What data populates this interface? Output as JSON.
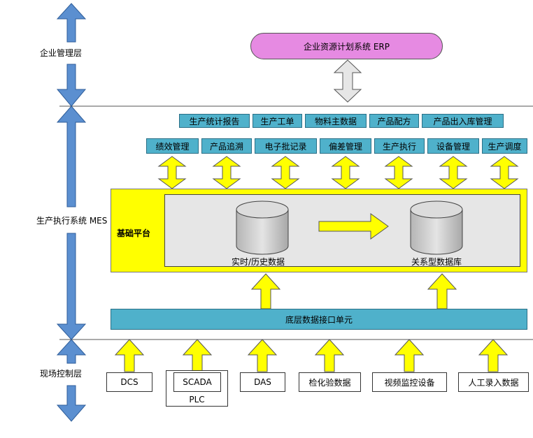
{
  "layers": {
    "enterprise": "企业管理层",
    "mes": "生产执行系统 MES",
    "field": "现场控制层"
  },
  "erp": {
    "label": "企业资源计划系统 ERP"
  },
  "modules_row1": [
    "生产统计报告",
    "生产工单",
    "物料主数据",
    "产品配方",
    "产品出入库管理"
  ],
  "modules_row2": [
    "绩效管理",
    "产品追溯",
    "电子批记录",
    "偏差管理",
    "生产执行",
    "设备管理",
    "生产调度"
  ],
  "platform": {
    "label": "基础平台",
    "realtime_db": "实时/历史数据",
    "relational_db": "关系型数据库"
  },
  "interface_unit": "底层数据接口单元",
  "sources": [
    "DCS",
    "SCADA",
    "DAS",
    "检化验数据",
    "视频监控设备",
    "人工录入数据"
  ],
  "plc": "PLC",
  "colors": {
    "erp": "#e68ae2",
    "module": "#4fb1cb",
    "platform": "#ffff00",
    "arrow_yellow": "#ffff00",
    "arrow_blue": "#5b8fd0",
    "arrow_gray": "#e6e6e6"
  }
}
